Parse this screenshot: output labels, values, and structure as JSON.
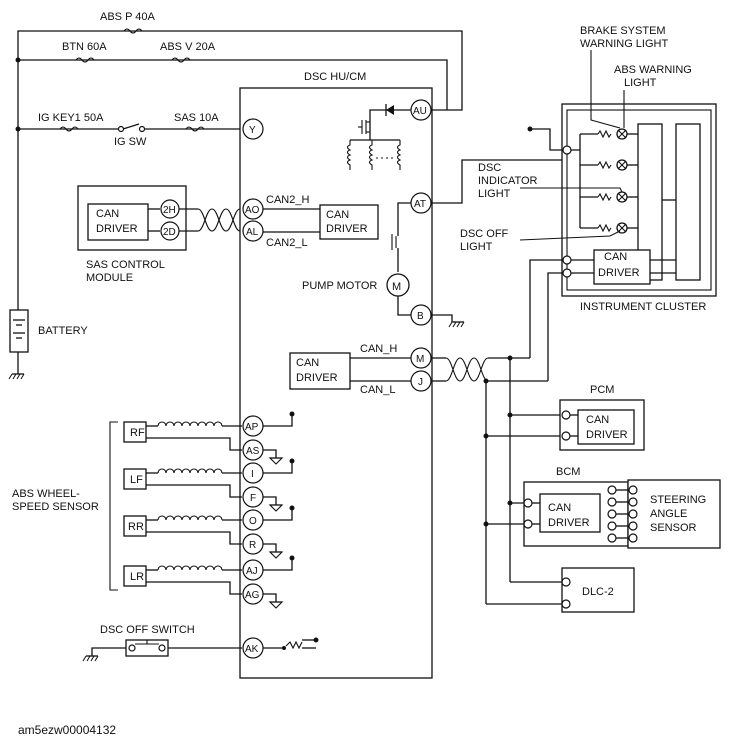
{
  "figure_id": "am5ezw00004132",
  "fuses": {
    "abs_p": "ABS P 40A",
    "btn": "BTN 60A",
    "abs_v": "ABS V 20A",
    "ig_key1": "IG KEY1 50A",
    "sas": "SAS 10A",
    "ig_sw": "IG SW"
  },
  "unit": {
    "title": "DSC HU/CM"
  },
  "can_driver": {
    "line1": "CAN",
    "line2": "DRIVER"
  },
  "signals": {
    "can2_h": "CAN2_H",
    "can2_l": "CAN2_L",
    "can_h": "CAN_H",
    "can_l": "CAN_L"
  },
  "sas_module": {
    "line1": "SAS CONTROL",
    "line2": "MODULE",
    "pin_h": "2H",
    "pin_d": "2D"
  },
  "pins": {
    "au": "AU",
    "y": "Y",
    "ao": "AO",
    "al": "AL",
    "at": "AT",
    "b": "B",
    "m": "M",
    "j": "J",
    "ap": "AP",
    "as": "AS",
    "i": "I",
    "f": "F",
    "o": "O",
    "r": "R",
    "aj": "AJ",
    "ag": "AG",
    "ak": "AK"
  },
  "pump_motor": {
    "label": "PUMP MOTOR",
    "symbol": "M"
  },
  "battery": "BATTERY",
  "instrument_cluster": {
    "label": "INSTRUMENT CLUSTER",
    "brake_warning_1": "BRAKE SYSTEM",
    "brake_warning_2": "WARNING LIGHT",
    "abs_warning_1": "ABS WARNING",
    "abs_warning_2": "LIGHT",
    "dsc_ind_1": "DSC",
    "dsc_ind_2": "INDICATOR",
    "dsc_ind_3": "LIGHT",
    "dsc_off_1": "DSC OFF",
    "dsc_off_2": "LIGHT"
  },
  "pcm": "PCM",
  "bcm": "BCM",
  "steering_angle_sensor": {
    "line1": "STEERING",
    "line2": "ANGLE",
    "line3": "SENSOR"
  },
  "dlc": "DLC-2",
  "wheel_sensors": {
    "label_1": "ABS WHEEL-",
    "label_2": "SPEED SENSOR",
    "rf": "RF",
    "lf": "LF",
    "rr": "RR",
    "lr": "LR"
  },
  "dsc_off_switch": "DSC OFF SWITCH"
}
